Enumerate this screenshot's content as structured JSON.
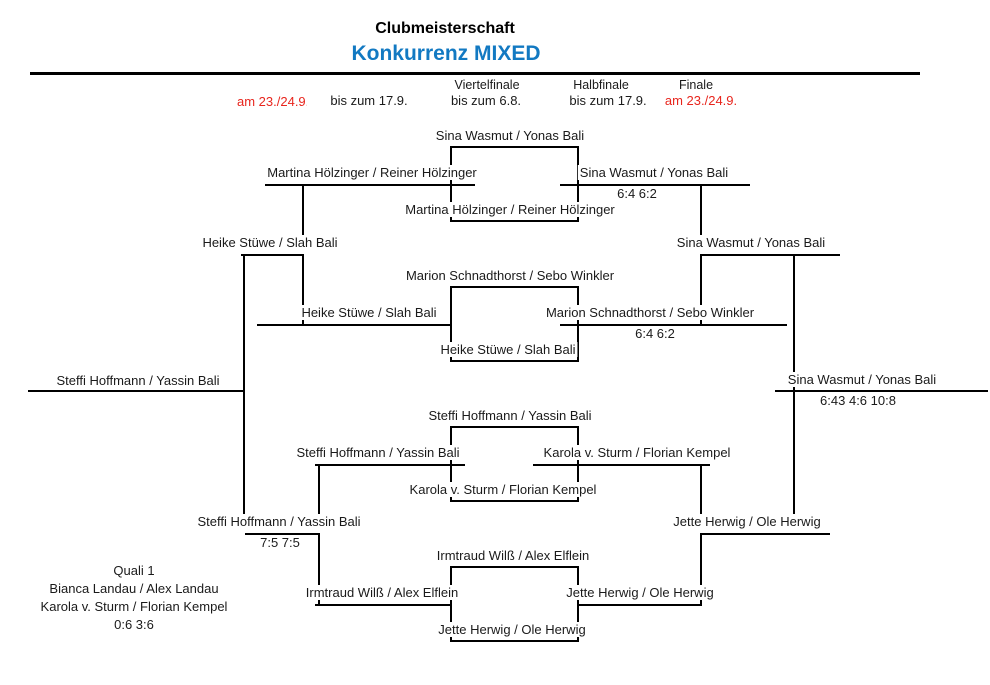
{
  "colors": {
    "line": "#000000",
    "text": "#1a1a1a",
    "subtitle": "#1279c2",
    "red": "#e8251d",
    "bg": "#ffffff"
  },
  "header": {
    "title": "Clubmeisterschaft",
    "subtitle": "Konkurrenz MIXED",
    "rounds": [
      {
        "name": "",
        "deadline": "am 23./24.9."
      },
      {
        "name": "",
        "deadline": "bis zum 17.9."
      },
      {
        "name": "Viertelfinale",
        "deadline": "bis zum 6.8."
      },
      {
        "name": "Halbfinale",
        "deadline": "bis zum 17.9."
      },
      {
        "name": "Finale",
        "deadline": "am 23./24.9."
      }
    ]
  },
  "bracket": {
    "quarterfinals": [
      {
        "team_top": "Sina Wasmut / Yonas Bali",
        "team_bottom": "Martina Hölzinger / Reiner Hölzinger",
        "winner": "Sina Wasmut / Yonas Bali",
        "loser": "Martina Hölzinger / Reiner Hölzinger",
        "score": "6:4 6:2"
      },
      {
        "team_top": "Marion Schnadthorst / Sebo Winkler",
        "team_bottom": "Heike Stüwe / Slah Bali",
        "winner": "Marion Schnadthorst / Sebo Winkler",
        "loser": "Heike Stüwe / Slah Bali",
        "score": "6:4 6:2"
      },
      {
        "team_top": "Steffi Hoffmann / Yassin Bali",
        "team_bottom": "Karola v. Sturm / Florian Kempel",
        "winner": "Karola v. Sturm / Florian Kempel",
        "loser": "Steffi Hoffmann / Yassin Bali"
      },
      {
        "team_top": "Irmtraud Wilß / Alex Elflein",
        "team_bottom": "Jette Herwig / Ole Herwig",
        "winner": "Jette Herwig / Ole Herwig",
        "loser": "Irmtraud Wilß / Alex Elflein"
      }
    ],
    "semifinal_winners": [
      "Sina Wasmut / Yonas Bali",
      "Jette Herwig / Ole Herwig"
    ],
    "final": {
      "winner": "Sina Wasmut / Yonas Bali",
      "score": "6:43 4:6 10:8"
    },
    "consolation": {
      "semifinal_winners": [
        {
          "name": "Heike Stüwe / Slah Bali"
        },
        {
          "name": "Steffi Hoffmann / Yassin Bali",
          "score": "7:5 7:5"
        }
      ],
      "winner": "Steffi Hoffmann / Yassin Bali"
    },
    "qualification": {
      "label": "Quali 1",
      "team1": "Bianca Landau / Alex Landau",
      "team2": "Karola v. Sturm / Florian Kempel",
      "score": "0:6 3:6"
    }
  }
}
